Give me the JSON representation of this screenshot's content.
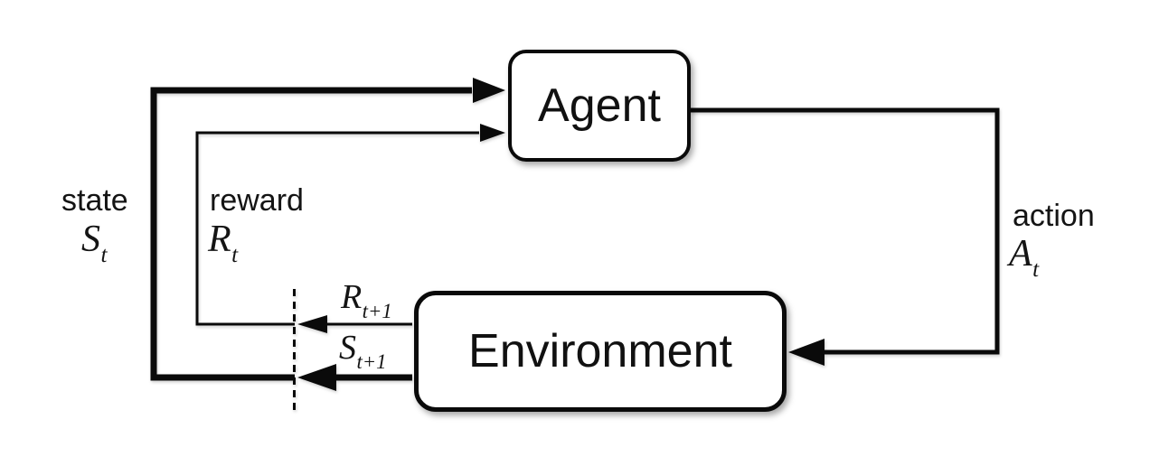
{
  "diagram": {
    "type": "agent-environment-interaction-loop",
    "boxes": {
      "agent": "Agent",
      "environment": "Environment"
    },
    "labels": {
      "state": {
        "word": "state",
        "base": "S",
        "sub": "t"
      },
      "reward": {
        "word": "reward",
        "base": "R",
        "sub": "t"
      },
      "action": {
        "word": "action",
        "base": "A",
        "sub": "t"
      },
      "next_reward": {
        "base": "R",
        "sub": "t+1"
      },
      "next_state": {
        "base": "S",
        "sub": "t+1"
      }
    },
    "colors": {
      "line": "#0a0a0a",
      "text": "#141414",
      "background": "#ffffff",
      "box_fill": "#ffffff",
      "box_border": "#0a0a0a"
    }
  }
}
